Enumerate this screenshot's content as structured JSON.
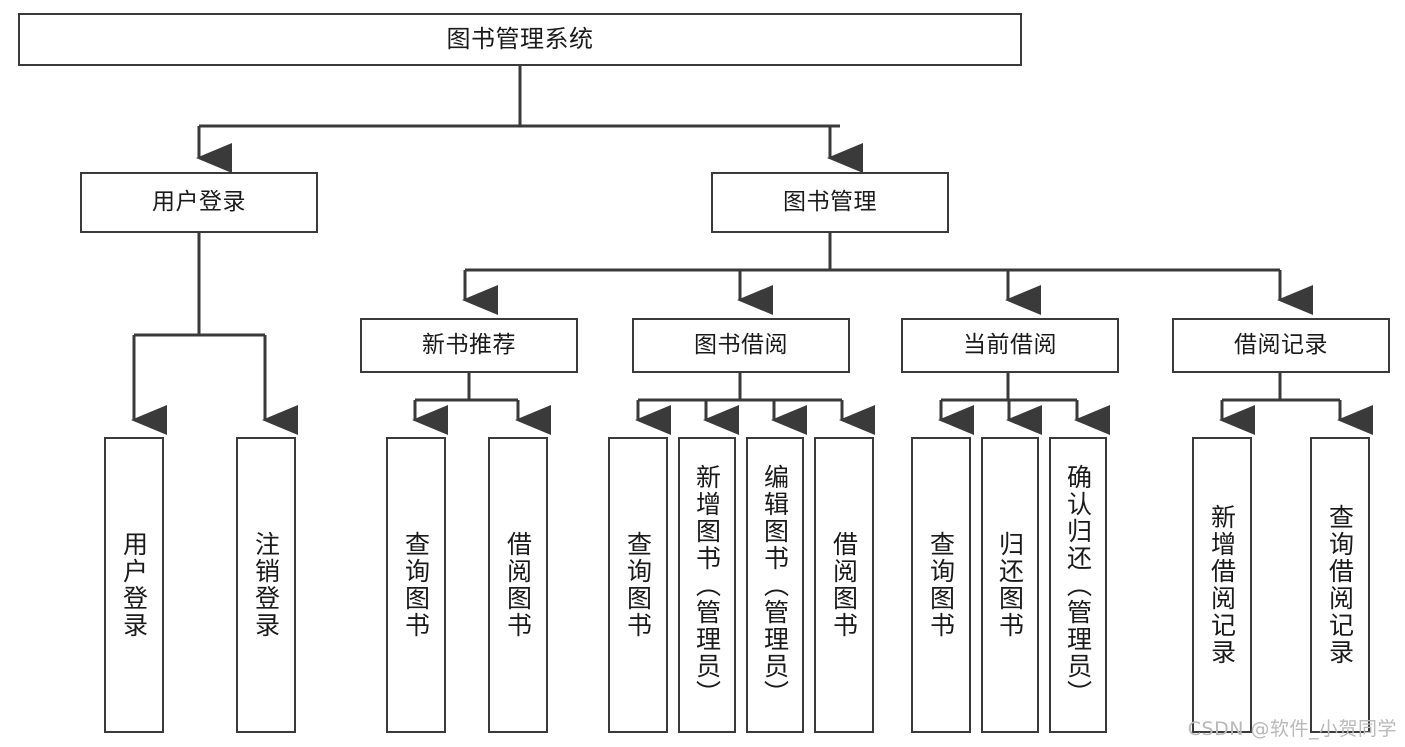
{
  "diagram": {
    "title": "图书管理系统",
    "type": "tree-hierarchy",
    "watermark": "CSDN @软件_小贺同学",
    "colors": {
      "stroke": "#3a3a3a",
      "fill": "#ffffff",
      "text": "#1a1a1a",
      "watermark": "#b9b9b9"
    },
    "root": {
      "label": "图书管理系统"
    },
    "branches": [
      {
        "label": "用户登录"
      },
      {
        "label": "图书管理"
      }
    ],
    "subbranches": [
      {
        "label": "新书推荐"
      },
      {
        "label": "图书借阅"
      },
      {
        "label": "当前借阅"
      },
      {
        "label": "借阅记录"
      }
    ],
    "leaves": {
      "user_login": [
        {
          "label": "用户登录"
        },
        {
          "label": "注销登录"
        }
      ],
      "new_book_recommend": [
        {
          "label": "查询图书"
        },
        {
          "label": "借阅图书"
        }
      ],
      "book_borrow": [
        {
          "label": "查询图书"
        },
        {
          "label": "新增图书（管理员）"
        },
        {
          "label": "编辑图书（管理员）"
        },
        {
          "label": "借阅图书"
        }
      ],
      "current_borrow": [
        {
          "label": "查询图书"
        },
        {
          "label": "归还图书"
        },
        {
          "label": "确认归还（管理员）"
        }
      ],
      "borrow_record": [
        {
          "label": "新增借阅记录"
        },
        {
          "label": "查询借阅记录"
        }
      ]
    }
  }
}
